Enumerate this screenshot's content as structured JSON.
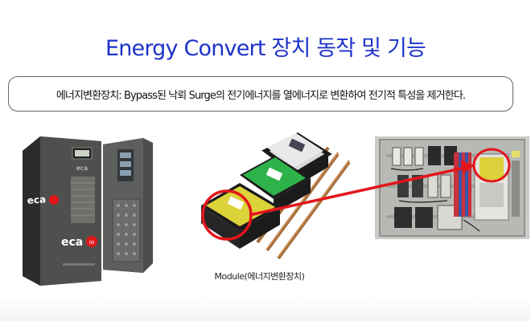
{
  "page": {
    "title": "Energy Convert 장치 동작 및 기능",
    "description": "에너지변환장치: Bypass된 낙뢰 Surge의 전기에너지를 열에너지로 변환하여 전기적 특성을 제거한다.",
    "caption": "Module(에너지변환장치)"
  },
  "product": {
    "brand_label": "eca",
    "brand_suffix": "io"
  },
  "colors": {
    "title": "#1d33c9",
    "highlight": "#e2161c",
    "module_green": "#2eb34a",
    "module_yellow": "#dcd23a",
    "module_white": "#e9e9e9"
  },
  "images": {
    "product_unit": "ecaio-surge-protector-photo",
    "module": "energy-conversion-module-photo",
    "panel": "electrical-panel-photo"
  }
}
